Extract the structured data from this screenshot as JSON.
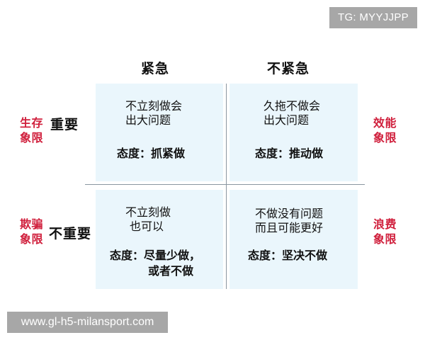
{
  "watermarks": {
    "tag": "TG: MYYJJPP",
    "url": "www.gl-h5-milansport.com"
  },
  "colors": {
    "quadrant_fill": "#EAF6FC",
    "divider": "#8A96A0",
    "accent_red": "#D01F3C",
    "badge_gray": "#A7A7A7",
    "text": "#111111"
  },
  "columns": {
    "urgent": "紧急",
    "not_urgent": "不紧急"
  },
  "rows": {
    "important": "重要",
    "not_important": "不重要"
  },
  "side_labels": {
    "survival": {
      "line1": "生存",
      "line2": "象限"
    },
    "efficiency": {
      "line1": "效能",
      "line2": "象限"
    },
    "deception": {
      "line1": "欺骗",
      "line2": "象限"
    },
    "waste": {
      "line1": "浪费",
      "line2": "象限"
    }
  },
  "quadrants": {
    "important_urgent": {
      "desc_line1": "不立刻做会",
      "desc_line2": "出大问题",
      "attitude": "态度：抓紧做"
    },
    "important_not_urgent": {
      "desc_line1": "久拖不做会",
      "desc_line2": "出大问题",
      "attitude": "态度：推动做"
    },
    "not_important_urgent": {
      "desc_line1": "不立刻做",
      "desc_line2": "也可以",
      "attitude_line1": "态度：尽量少做，",
      "attitude_line2": "或者不做"
    },
    "not_important_not_urgent": {
      "desc_line1": "不做没有问题",
      "desc_line2": "而且可能更好",
      "attitude": "态度：坚决不做"
    }
  }
}
